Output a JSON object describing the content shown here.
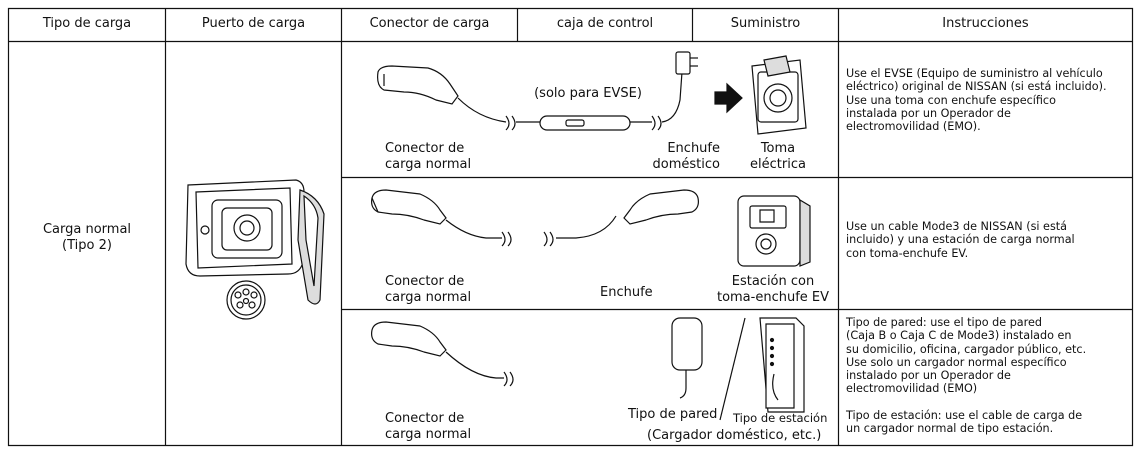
{
  "headers": [
    "Tipo de carga",
    "Puerto de carga",
    "Conector de carga",
    "caja de control",
    "Suministro",
    "Instrucciones"
  ],
  "type_label": "Carga normal\n(Tipo 2)",
  "rows": [
    {
      "control_box_note": "(solo para EVSE)",
      "connector_label": "Conector de\ncarga normal",
      "plug_label": "Enchufe\ndoméstico",
      "supply_label": "Toma\neléctrica",
      "instructions": "Use el EVSE (Equipo de suministro al vehículo\neléctrico) original de NISSAN (si está incluido).\nUse una toma con enchufe específico\ninstalada por un Operador de\nelectromovilidad (EMO)."
    },
    {
      "connector_label": "Conector de\ncarga normal",
      "plug_label": "Enchufe",
      "supply_label": "Estación con\ntoma-enchufe EV",
      "instructions": "Use un cable Mode3 de NISSAN (si está\nincluido) y una estación de carga normal\ncon toma-enchufe EV."
    },
    {
      "connector_label": "Conector de\ncarga normal",
      "wall_type_label": "Tipo de pared",
      "station_type_label": "Tipo de estación",
      "supply_label": "(Cargador doméstico, etc.)",
      "instructions": "Tipo de pared: use el tipo de pared\n(Caja B o Caja C de Mode3) instalado en\nsu domicilio, oficina, cargador público, etc.\nUse solo un cargador normal específico\ninstalado por un Operador de\nelectromovilidad (EMO)\n\nTipo de estación: use el cable de carga de\nun cargador normal de tipo estación."
    }
  ]
}
